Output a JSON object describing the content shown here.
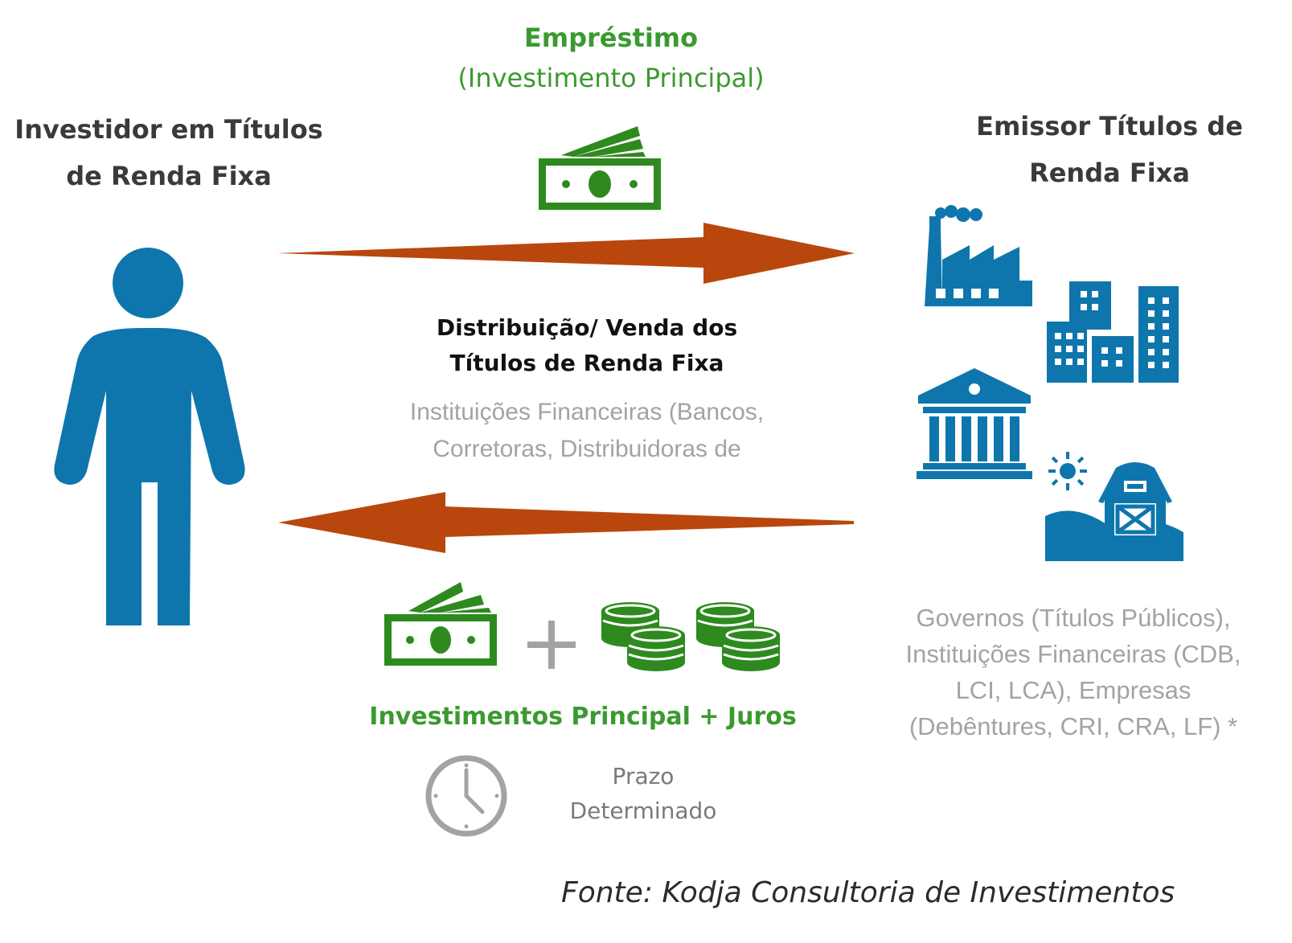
{
  "loan": {
    "title": "Empréstimo",
    "subtitle": "(Investimento Principal)"
  },
  "investor": {
    "line1": "Investidor em Títulos",
    "line2": "de Renda Fixa"
  },
  "issuer": {
    "line1": "Emissor Títulos de",
    "line2": "Renda Fixa",
    "description": [
      "Governos (Títulos Públicos),",
      "Instituições Financeiras (CDB,",
      "LCI, LCA), Empresas",
      "(Debêntures, CRI, CRA, LF) *"
    ]
  },
  "distribution": {
    "line1": "Distribuição/ Venda  dos",
    "line2": "Títulos de Renda Fixa",
    "desc1": "Instituições Financeiras (Bancos,",
    "desc2": "Corretoras, Distribuidoras de"
  },
  "return": {
    "label": "Investimentos Principal  +  Juros"
  },
  "term": {
    "line1": "Prazo",
    "line2": "Determinado"
  },
  "source": "Fonte: Kodja Consultoria de Investimentos",
  "colors": {
    "blue": "#0e76ad",
    "green": "#2e8a1e",
    "arrow": "#b9470d",
    "gray": "#a3a3a3"
  }
}
